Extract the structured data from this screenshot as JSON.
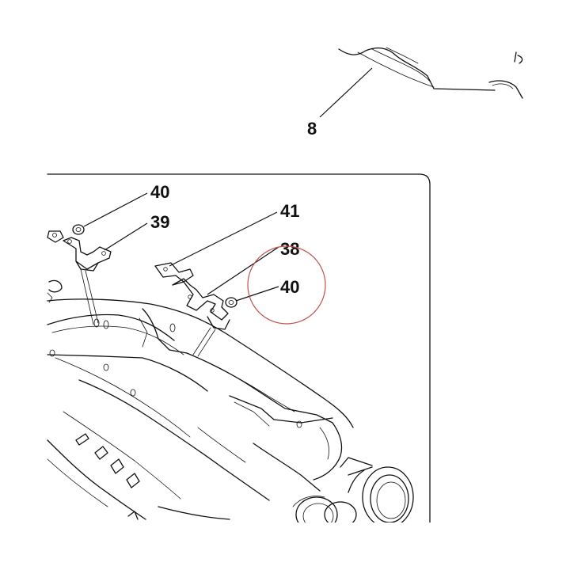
{
  "callouts": {
    "c8": "8",
    "c40_top": "40",
    "c39": "39",
    "c41": "41",
    "c38": "38",
    "c40_right": "40"
  },
  "colors": {
    "line": "#111111",
    "highlight_circle": "#c0504d",
    "background": "#ffffff"
  }
}
